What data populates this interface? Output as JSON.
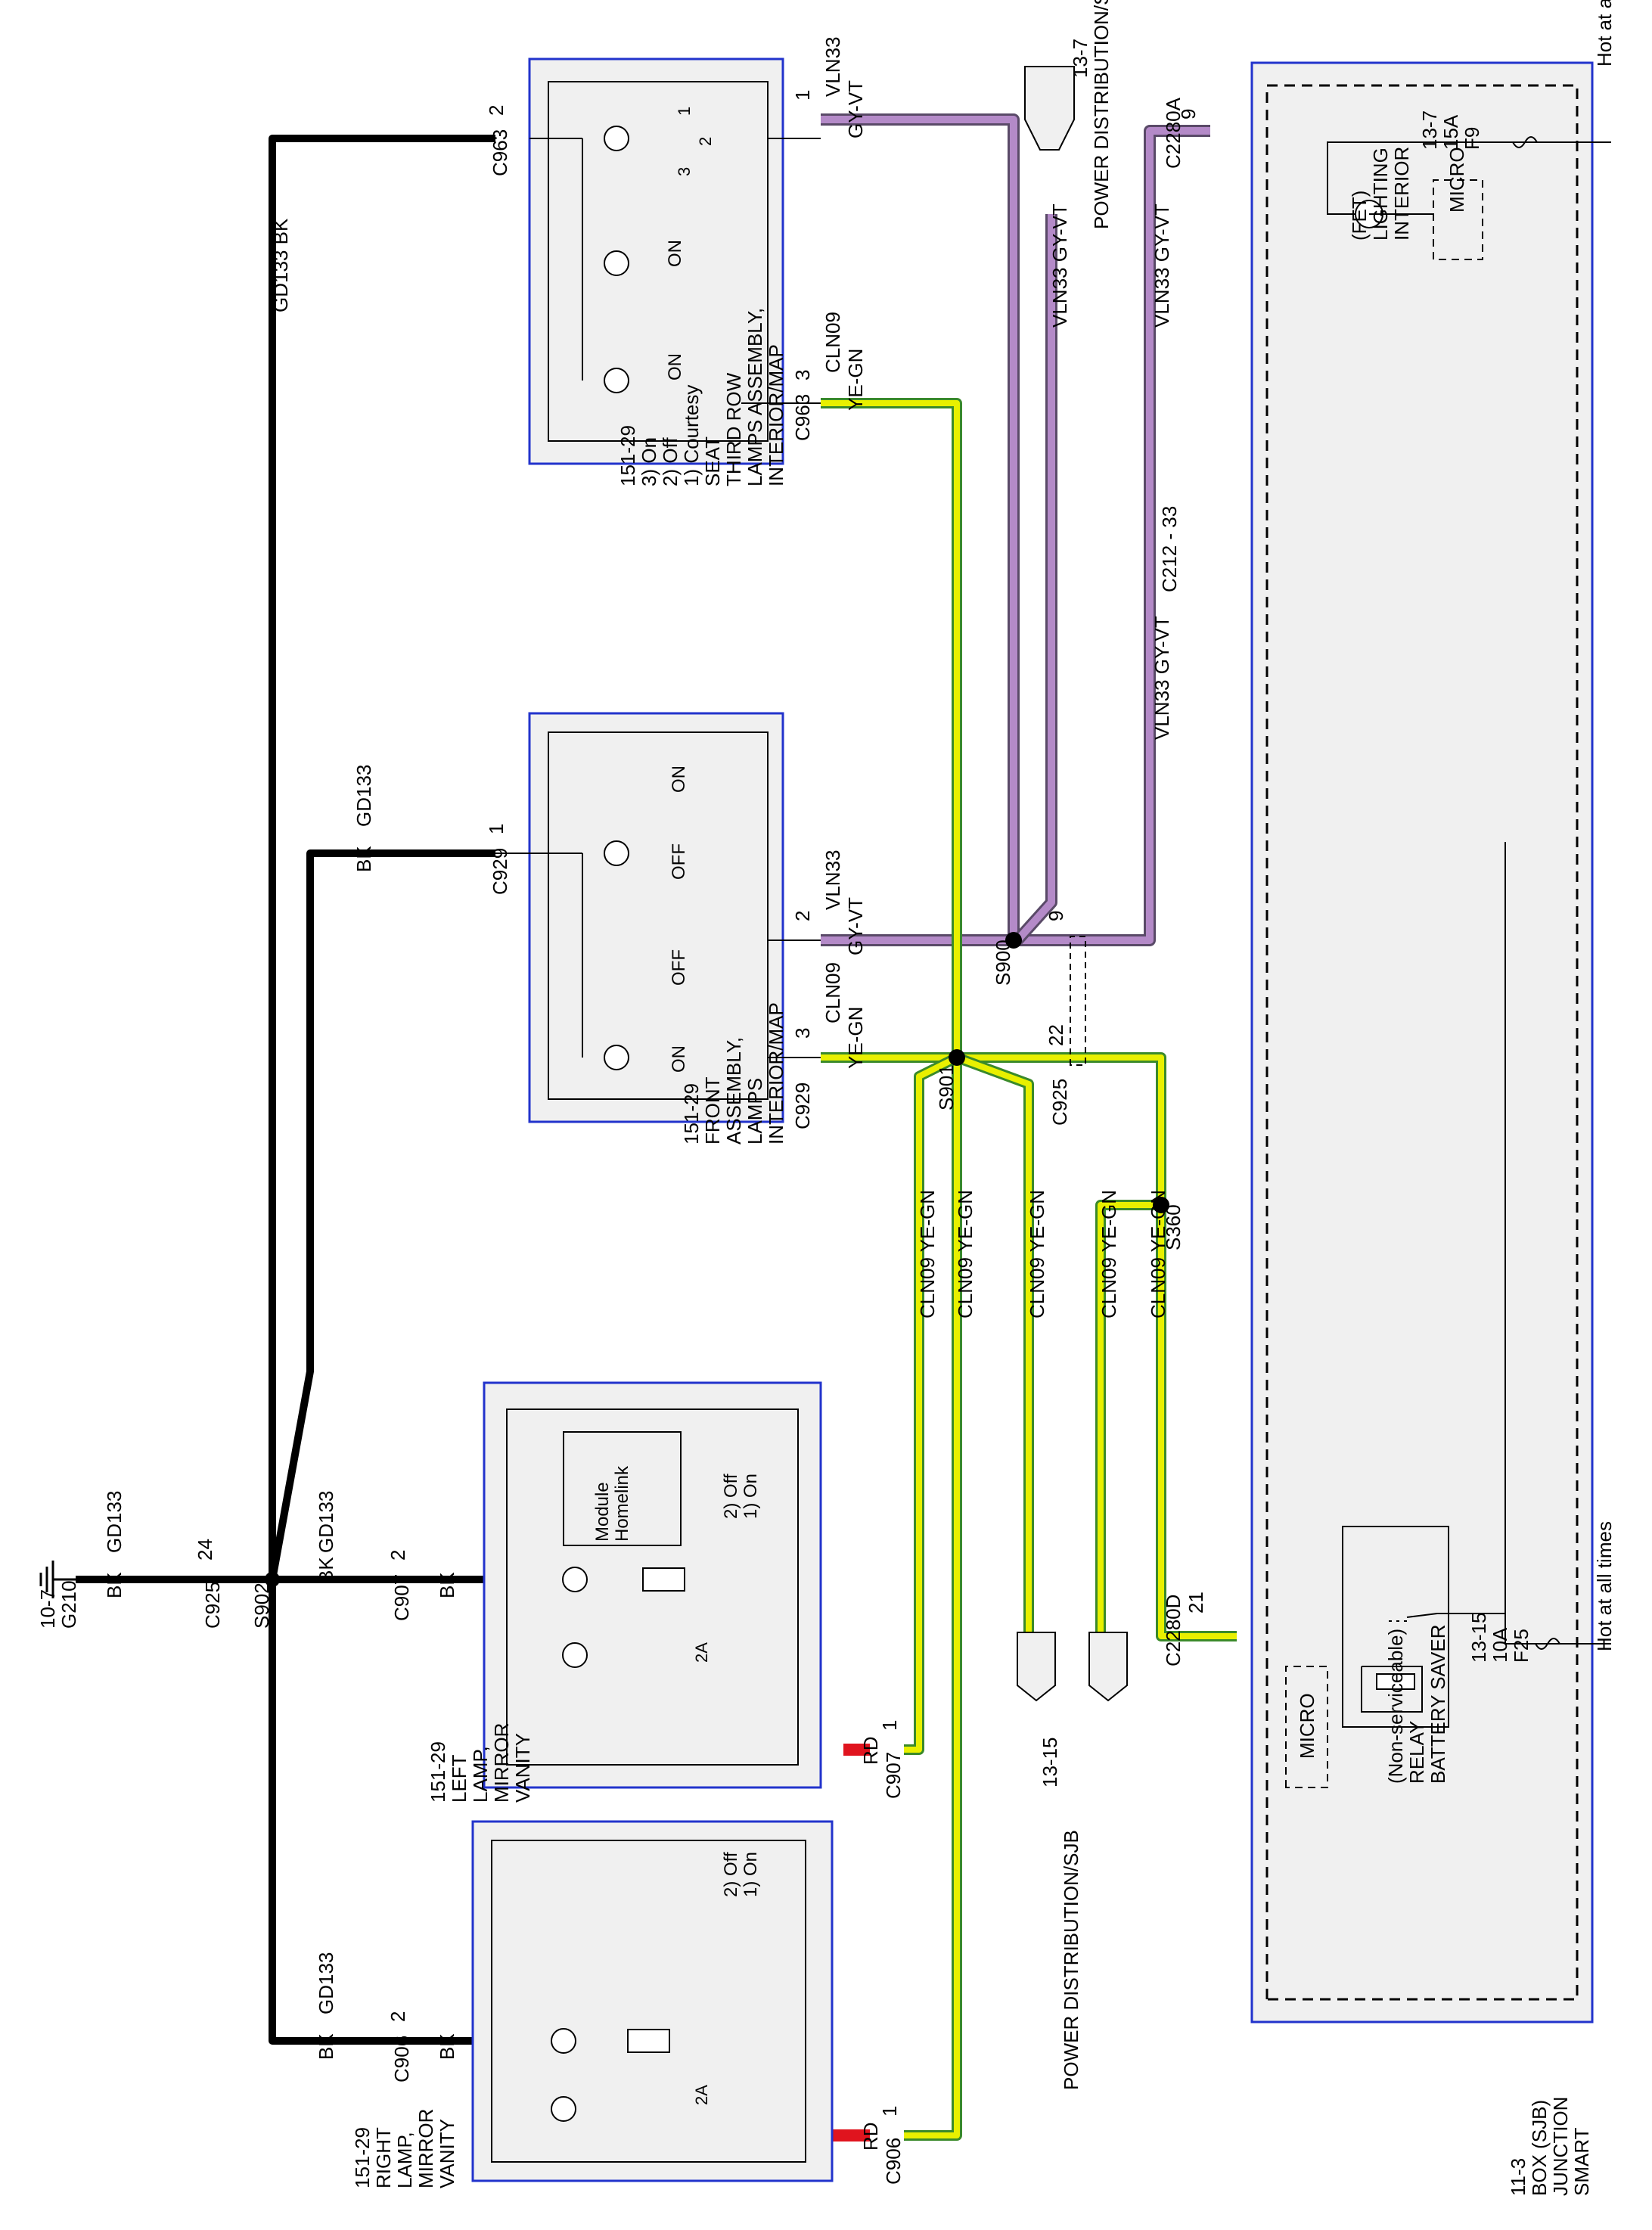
{
  "sjb": {
    "title_lines": [
      "SMART",
      "JUNCTION",
      "BOX (SJB)",
      "11-3"
    ],
    "hot_top": "Hot at all times",
    "hot_bottom": "Hot at all times",
    "f9_lines": [
      "F9",
      "15A",
      "13-7"
    ],
    "f25_lines": [
      "F25",
      "10A",
      "13-15"
    ],
    "micro_top": "MICRO",
    "micro_bottom": "MICRO",
    "fet_lines": [
      "INTERIOR",
      "LIGHTING",
      "(FET)"
    ],
    "relay_lines": [
      "BATTERY SAVER",
      "RELAY",
      "(Non-serviceable)"
    ]
  },
  "power_dist": {
    "top_lines": [
      "POWER DISTRIBUTION/SJB",
      "13-7"
    ],
    "bottom_lines": [
      "POWER DISTRIBUTION/SJB",
      "13-15"
    ]
  },
  "connectors": {
    "c2280a_pin": "9",
    "c2280a": "C2280A",
    "c2280d_pin": "21",
    "c2280d": "C2280D",
    "c212": "C212 - 33",
    "c925_pin_top": "9",
    "c925_pin_bottom": "22",
    "c925": "C925",
    "s900": "S900",
    "s901": "S901",
    "s360": "S360",
    "s902": "S902",
    "c963_pin1": "1",
    "c963_pin3": "3",
    "c963": "C963",
    "c963_gd_pin": "2",
    "c963_gd": "C963",
    "c929_pin2": "2",
    "c929_pin3": "3",
    "c929": "C929",
    "c929_gd_pin": "1",
    "c929_gd": "C929",
    "c907_pin": "2",
    "c907": "C907",
    "c907_rd_pin": "1",
    "c907_rd": "C907",
    "c906_pin": "2",
    "c906": "C906",
    "c906_rd_pin": "1",
    "c906_rd": "C906",
    "c925_gd_pin": "24",
    "c925_gd": "C925",
    "g210_lines": [
      "G210",
      "10-7"
    ]
  },
  "wires": {
    "vln33": "VLN33",
    "gyvt": "GY-VT",
    "vln33_gyvt": "VLN33   GY-VT",
    "cln09": "CLN09",
    "yegn": "YE-GN",
    "cln09_yegn": "CLN09   YE-GN",
    "gd133": "GD133",
    "bk": "BK",
    "gd133_bk": "GD133     BK",
    "rd": "RD"
  },
  "components": {
    "third_row_lines": [
      "INTERIOR/MAP",
      "LAMPS ASSEMBLY,",
      "THIRD ROW",
      "SEAT",
      "1) Courtesy",
      "2) Off",
      "3) On",
      "151-29"
    ],
    "front_lines": [
      "INTERIOR/MAP",
      "LAMPS",
      "ASSEMBLY,",
      "FRONT",
      "151-29"
    ],
    "vanity_left_lines": [
      "VANITY",
      "MIRROR",
      "LAMP,",
      "LEFT",
      "151-29"
    ],
    "vanity_right_lines": [
      "VANITY",
      "MIRROR",
      "LAMP,",
      "RIGHT",
      "151-29"
    ],
    "homelink_lines": [
      "Homelink",
      "Module"
    ],
    "vanity_states": [
      "1) On",
      "2) Off"
    ],
    "on": "ON",
    "off": "OFF",
    "sw_1": "1",
    "sw_2": "2",
    "sw_3": "3",
    "fuse_2a": "2A"
  },
  "colors": {
    "vt_wire": "#b48ac8",
    "yegn_wire": "#e8f000",
    "gn_stripe": "#3a8a2a",
    "rd_wire": "#e0141e",
    "box_border": "#2233cc"
  }
}
